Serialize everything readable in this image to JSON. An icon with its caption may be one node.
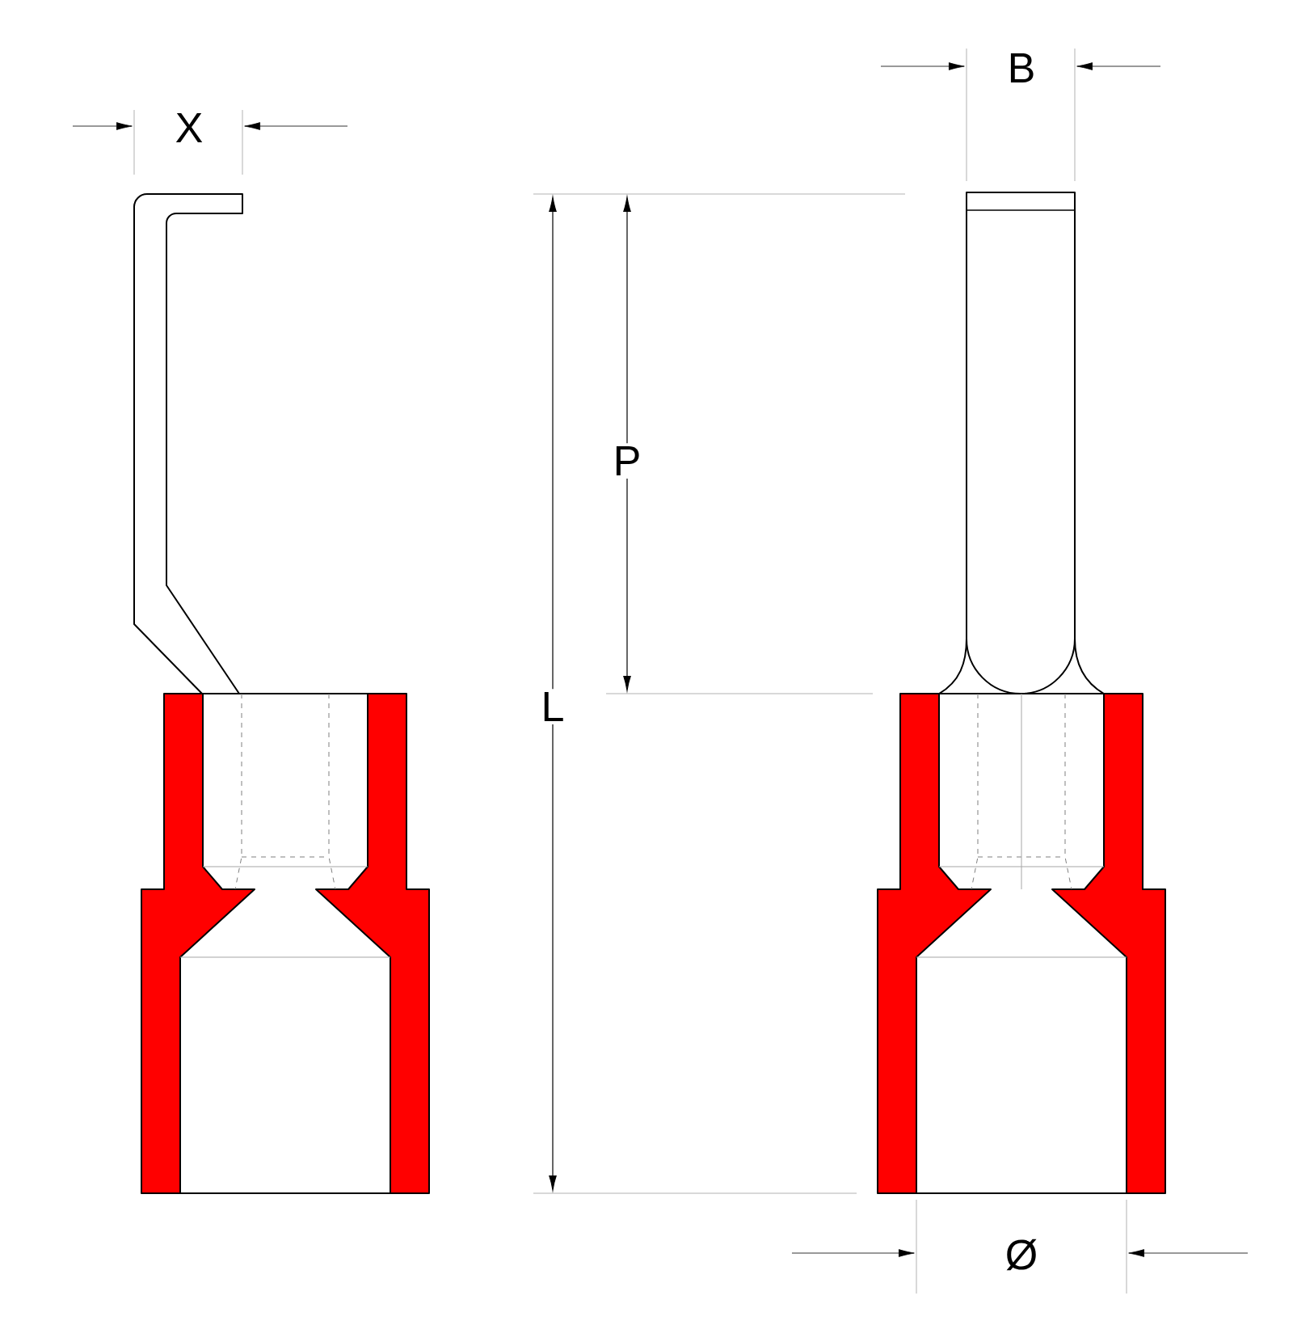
{
  "diagram": {
    "labels": [
      "X",
      "B",
      "P",
      "L",
      "Ø"
    ]
  }
}
